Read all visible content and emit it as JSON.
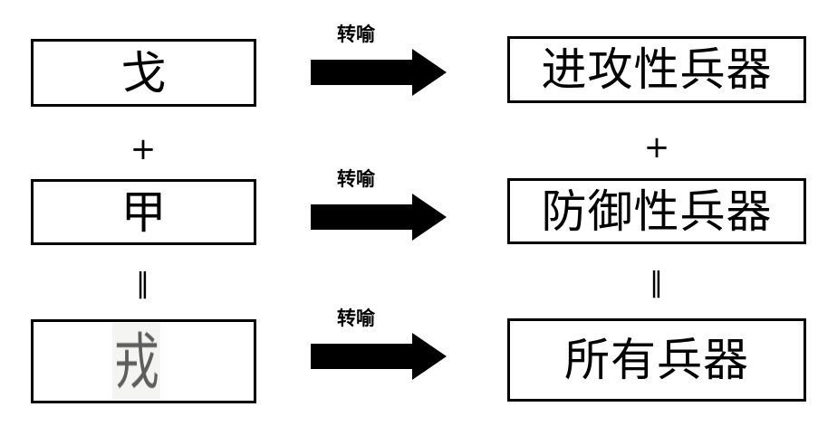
{
  "diagram": {
    "type": "metonymy-mapping",
    "title_present": false,
    "background_color": "#ffffff",
    "line_color": "#000000",
    "rows": [
      {
        "id": "row-1",
        "source": {
          "text": "戈",
          "kind": "character"
        },
        "relation": {
          "label": "转喻",
          "icon": "right-arrow-icon"
        },
        "target": {
          "text": "进攻性兵器",
          "kind": "phrase"
        },
        "left_separator_below": "+",
        "right_separator_below": "+"
      },
      {
        "id": "row-2",
        "source": {
          "text": "甲",
          "kind": "character"
        },
        "relation": {
          "label": "转喻",
          "icon": "right-arrow-icon"
        },
        "target": {
          "text": "防御性兵器",
          "kind": "phrase"
        },
        "left_separator_below": "‖",
        "right_separator_below": "‖"
      },
      {
        "id": "row-3",
        "source": {
          "text": "戎",
          "kind": "seal-script-image"
        },
        "relation": {
          "label": "转喻",
          "icon": "right-arrow-icon"
        },
        "target": {
          "text": "所有兵器",
          "kind": "phrase"
        },
        "left_separator_below": "",
        "right_separator_below": ""
      }
    ],
    "separators": {
      "plus": "+",
      "equals": "‖"
    }
  }
}
